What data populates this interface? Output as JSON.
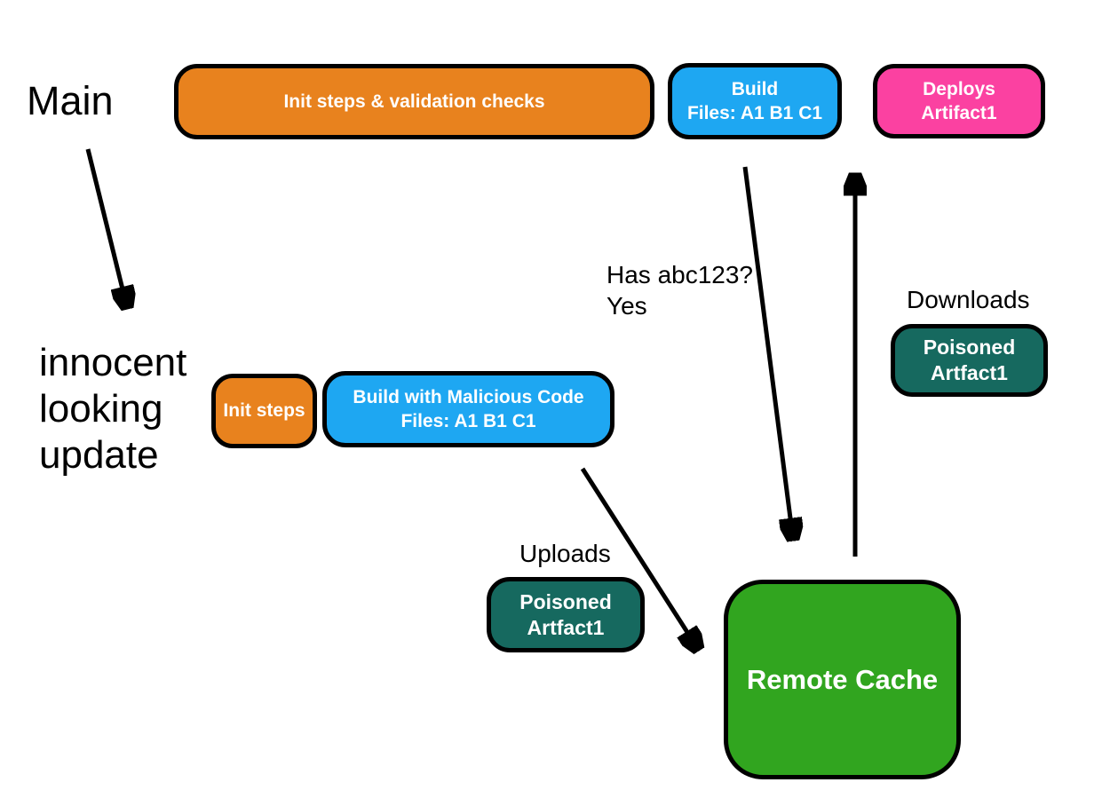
{
  "canvas": {
    "background": "#FFFFFF"
  },
  "branches": {
    "main": {
      "label": "Main"
    },
    "update": {
      "label_lines": [
        "innocent",
        "looking",
        "update"
      ]
    }
  },
  "nodes": {
    "init_validation": {
      "label": "Init steps & validation checks",
      "color": "#E8821E"
    },
    "build": {
      "lines": [
        "Build",
        "Files: A1 B1 C1"
      ],
      "color": "#1EA7F2"
    },
    "deploys": {
      "lines": [
        "Deploys",
        "Artifact1"
      ],
      "color": "#FB41A1"
    },
    "init_steps": {
      "label": "Init steps",
      "color": "#E8821E"
    },
    "build_malicious": {
      "lines": [
        "Build with Malicious Code",
        "Files: A1 B1 C1"
      ],
      "color": "#1EA7F2"
    },
    "poisoned_uploaded": {
      "lines": [
        "Poisoned",
        "Artfact1"
      ],
      "color": "#16695F"
    },
    "poisoned_downloaded": {
      "lines": [
        "Poisoned",
        "Artfact1"
      ],
      "color": "#16695F"
    },
    "remote_cache": {
      "label": "Remote Cache",
      "color": "#31A51F"
    }
  },
  "annotations": {
    "uploads": "Uploads",
    "downloads": "Downloads",
    "cache_query_lines": [
      "Has abc123?",
      "Yes"
    ]
  },
  "arrows": {
    "color": "#000000",
    "items": [
      {
        "name": "main-to-innocent-update"
      },
      {
        "name": "build-to-remote-cache"
      },
      {
        "name": "remote-cache-to-deploys"
      },
      {
        "name": "malicious-build-to-remote-cache"
      }
    ]
  }
}
